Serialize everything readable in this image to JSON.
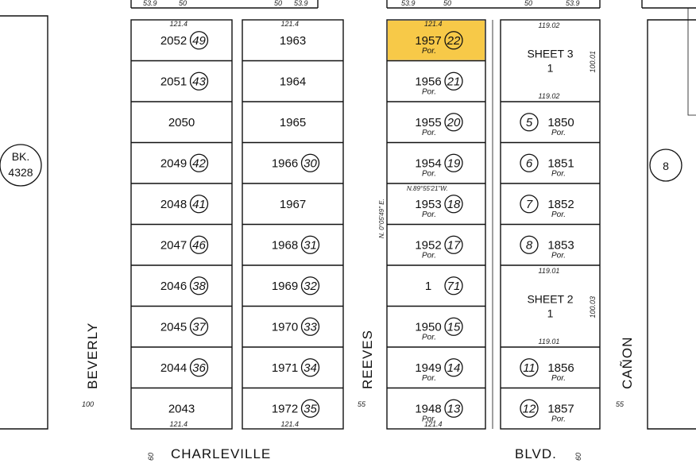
{
  "map": {
    "book_label": "BK. 4328",
    "book_circle": "8",
    "streets": {
      "beverly": "BEVERLY",
      "reeves": "REEVES",
      "canon": "CAÑON",
      "charleville": "CHARLEVILLE",
      "blvd": "BLVD."
    },
    "street_widths": {
      "beverly": "100",
      "reeves": "55",
      "canon": "55",
      "charleville_left": "60",
      "charleville_right": "60"
    },
    "highlight_color": "#f7c948",
    "block1": {
      "width_label": "121.4",
      "lots": [
        {
          "parcel": "2052",
          "lot": "49"
        },
        {
          "parcel": "2051",
          "lot": "43"
        },
        {
          "parcel": "2050",
          "lot": ""
        },
        {
          "parcel": "2049",
          "lot": "42"
        },
        {
          "parcel": "2048",
          "lot": "41"
        },
        {
          "parcel": "2047",
          "lot": "46"
        },
        {
          "parcel": "2046",
          "lot": "38"
        },
        {
          "parcel": "2045",
          "lot": "37"
        },
        {
          "parcel": "2044",
          "lot": "36"
        },
        {
          "parcel": "2043",
          "lot": ""
        }
      ]
    },
    "block2": {
      "width_label": "121.4",
      "lots": [
        {
          "parcel": "1963",
          "lot": ""
        },
        {
          "parcel": "1964",
          "lot": ""
        },
        {
          "parcel": "1965",
          "lot": ""
        },
        {
          "parcel": "1966",
          "lot": "30"
        },
        {
          "parcel": "1967",
          "lot": ""
        },
        {
          "parcel": "1968",
          "lot": "31"
        },
        {
          "parcel": "1969",
          "lot": "32"
        },
        {
          "parcel": "1970",
          "lot": "33"
        },
        {
          "parcel": "1971",
          "lot": "34"
        },
        {
          "parcel": "1972",
          "lot": "35"
        }
      ]
    },
    "block3": {
      "width_label": "121.4",
      "bearing1": "N. 0°05'49\" E.",
      "bearing2": "N.89°55'21\"W.",
      "por": "Por.",
      "lots": [
        {
          "parcel": "1957",
          "lot": "22",
          "highlight": true
        },
        {
          "parcel": "1956",
          "lot": "21"
        },
        {
          "parcel": "1955",
          "lot": "20"
        },
        {
          "parcel": "1954",
          "lot": "19"
        },
        {
          "parcel": "1953",
          "lot": "18"
        },
        {
          "parcel": "1952",
          "lot": "17"
        },
        {
          "parcel": "1",
          "lot": "71"
        },
        {
          "parcel": "1950",
          "lot": "15"
        },
        {
          "parcel": "1949",
          "lot": "14"
        },
        {
          "parcel": "1948",
          "lot": "13"
        }
      ]
    },
    "block4": {
      "sheet3": "SHEET 3",
      "sheet3_num": "1",
      "sheet2": "SHEET 2",
      "sheet2_num": "1",
      "dims": {
        "top": "119.02",
        "bottom": "119.02",
        "top2": "119.01",
        "bottom2": "119.01",
        "side": "100.01",
        "side2": "100.03"
      },
      "lots": [
        {
          "lot": "5",
          "parcel": "1850"
        },
        {
          "lot": "6",
          "parcel": "1851"
        },
        {
          "lot": "7",
          "parcel": "1852"
        },
        {
          "lot": "8",
          "parcel": "1853"
        },
        {
          "lot": "11",
          "parcel": "1856"
        },
        {
          "lot": "12",
          "parcel": "1857"
        }
      ]
    },
    "top_strip": [
      "53.9",
      "50",
      "50",
      "53.9",
      "53.9",
      "50",
      "50",
      "53.9"
    ]
  }
}
